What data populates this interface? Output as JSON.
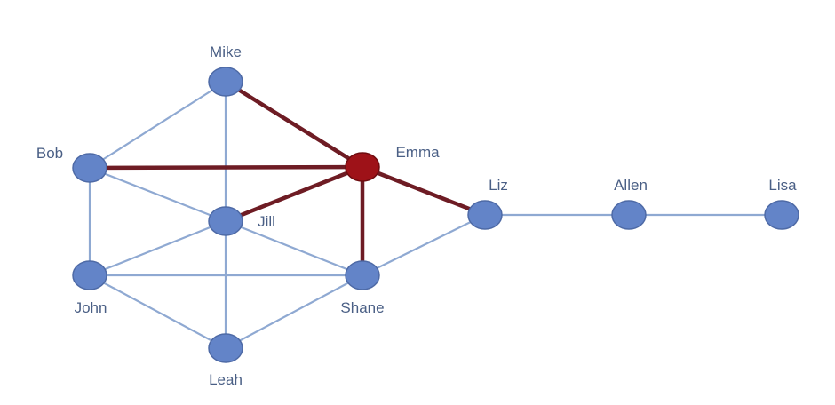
{
  "diagram": {
    "type": "network-graph",
    "nodes": [
      {
        "id": "mike",
        "label": "Mike"
      },
      {
        "id": "bob",
        "label": "Bob"
      },
      {
        "id": "emma",
        "label": "Emma"
      },
      {
        "id": "jill",
        "label": "Jill"
      },
      {
        "id": "liz",
        "label": "Liz"
      },
      {
        "id": "allen",
        "label": "Allen"
      },
      {
        "id": "lisa",
        "label": "Lisa"
      },
      {
        "id": "john",
        "label": "John"
      },
      {
        "id": "shane",
        "label": "Shane"
      },
      {
        "id": "leah",
        "label": "Leah"
      }
    ],
    "edges": [
      {
        "from": "mike",
        "to": "emma",
        "highlighted": true
      },
      {
        "from": "bob",
        "to": "emma",
        "highlighted": true
      },
      {
        "from": "jill",
        "to": "emma",
        "highlighted": true
      },
      {
        "from": "emma",
        "to": "shane",
        "highlighted": true
      },
      {
        "from": "emma",
        "to": "liz",
        "highlighted": true
      },
      {
        "from": "mike",
        "to": "bob",
        "highlighted": false
      },
      {
        "from": "mike",
        "to": "jill",
        "highlighted": false
      },
      {
        "from": "bob",
        "to": "jill",
        "highlighted": false
      },
      {
        "from": "bob",
        "to": "john",
        "highlighted": false
      },
      {
        "from": "jill",
        "to": "john",
        "highlighted": false
      },
      {
        "from": "jill",
        "to": "shane",
        "highlighted": false
      },
      {
        "from": "jill",
        "to": "leah",
        "highlighted": false
      },
      {
        "from": "john",
        "to": "shane",
        "highlighted": false
      },
      {
        "from": "john",
        "to": "leah",
        "highlighted": false
      },
      {
        "from": "shane",
        "to": "leah",
        "highlighted": false
      },
      {
        "from": "shane",
        "to": "liz",
        "highlighted": false
      },
      {
        "from": "liz",
        "to": "allen",
        "highlighted": false
      },
      {
        "from": "allen",
        "to": "lisa",
        "highlighted": false
      }
    ],
    "colors": {
      "node_fill": "#6384c8",
      "node_stroke": "#4e6aa6",
      "highlight_node_fill": "#9e1218",
      "highlight_node_stroke": "#6e0b0f",
      "edge": "#8fa9d2",
      "highlight_edge": "#6e1c24",
      "label": "#4a5f85"
    },
    "highlighted_node": "emma"
  }
}
